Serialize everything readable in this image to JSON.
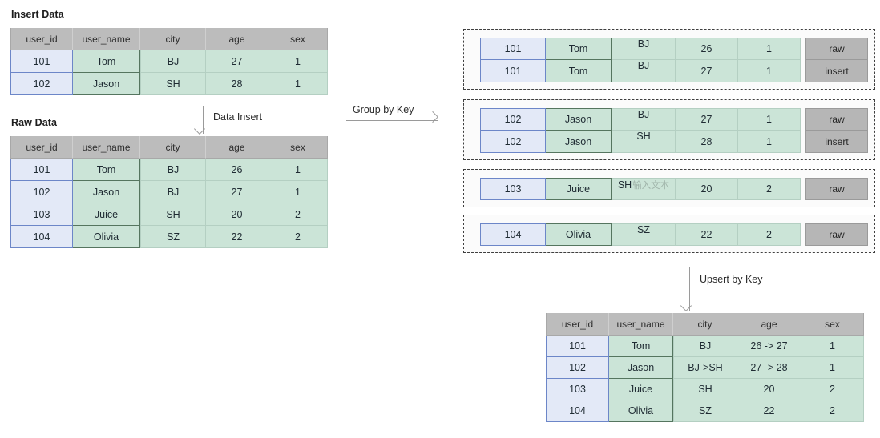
{
  "sections": {
    "insert_data_title": "Insert Data",
    "raw_data_title": "Raw Data"
  },
  "columns": {
    "user_id": "user_id",
    "user_name": "user_name",
    "city": "city",
    "age": "age",
    "sex": "sex"
  },
  "insert_table": {
    "headers": [
      "user_id",
      "user_name",
      "city",
      "age",
      "sex"
    ],
    "rows": [
      [
        "101",
        "Tom",
        "BJ",
        "27",
        "1"
      ],
      [
        "102",
        "Jason",
        "SH",
        "28",
        "1"
      ]
    ]
  },
  "raw_table": {
    "headers": [
      "user_id",
      "user_name",
      "city",
      "age",
      "sex"
    ],
    "rows": [
      [
        "101",
        "Tom",
        "BJ",
        "26",
        "1"
      ],
      [
        "102",
        "Jason",
        "BJ",
        "27",
        "1"
      ],
      [
        "103",
        "Juice",
        "SH",
        "20",
        "2"
      ],
      [
        "104",
        "Olivia",
        "SZ",
        "22",
        "2"
      ]
    ]
  },
  "arrows": {
    "data_insert": "Data Insert",
    "group_by_key": "Group by Key",
    "upsert_by_key": "Upsert by Key"
  },
  "groups": [
    {
      "key": "101",
      "rows": [
        {
          "user_id": "101",
          "user_name": "Tom",
          "city": "BJ",
          "age": "26",
          "sex": "1",
          "flag": "raw"
        },
        {
          "user_id": "101",
          "user_name": "Tom",
          "city": "BJ",
          "age": "27",
          "sex": "1",
          "flag": "insert"
        }
      ]
    },
    {
      "key": "102",
      "rows": [
        {
          "user_id": "102",
          "user_name": "Jason",
          "city": "BJ",
          "age": "27",
          "sex": "1",
          "flag": "raw"
        },
        {
          "user_id": "102",
          "user_name": "Jason",
          "city": "SH",
          "age": "28",
          "sex": "1",
          "flag": "insert"
        }
      ]
    },
    {
      "key": "103",
      "rows": [
        {
          "user_id": "103",
          "user_name": "Juice",
          "city": "SH",
          "city_placeholder": "输入文本",
          "age": "20",
          "sex": "2",
          "flag": "raw"
        }
      ]
    },
    {
      "key": "104",
      "rows": [
        {
          "user_id": "104",
          "user_name": "Olivia",
          "city": "SZ",
          "age": "22",
          "sex": "2",
          "flag": "raw"
        }
      ]
    }
  ],
  "result_table": {
    "headers": [
      "user_id",
      "user_name",
      "city",
      "age",
      "sex"
    ],
    "rows": [
      [
        "101",
        "Tom",
        "BJ",
        "26 -> 27",
        "1"
      ],
      [
        "102",
        "Jason",
        "BJ->SH",
        "27 -> 28",
        "1"
      ],
      [
        "103",
        "Juice",
        "SH",
        "20",
        "2"
      ],
      [
        "104",
        "Olivia",
        "SZ",
        "22",
        "2"
      ]
    ]
  },
  "colors": {
    "header_gray": "#bcbcbc",
    "key_blue_fill": "#e3e9f7",
    "key_blue_border": "#6c86c8",
    "green_fill": "#cbe4d7",
    "green_border": "#55755f",
    "flag_gray": "#b6b6b6",
    "dashed_border": "#3f3f3f",
    "arrow_gray": "#9a9a9a"
  }
}
